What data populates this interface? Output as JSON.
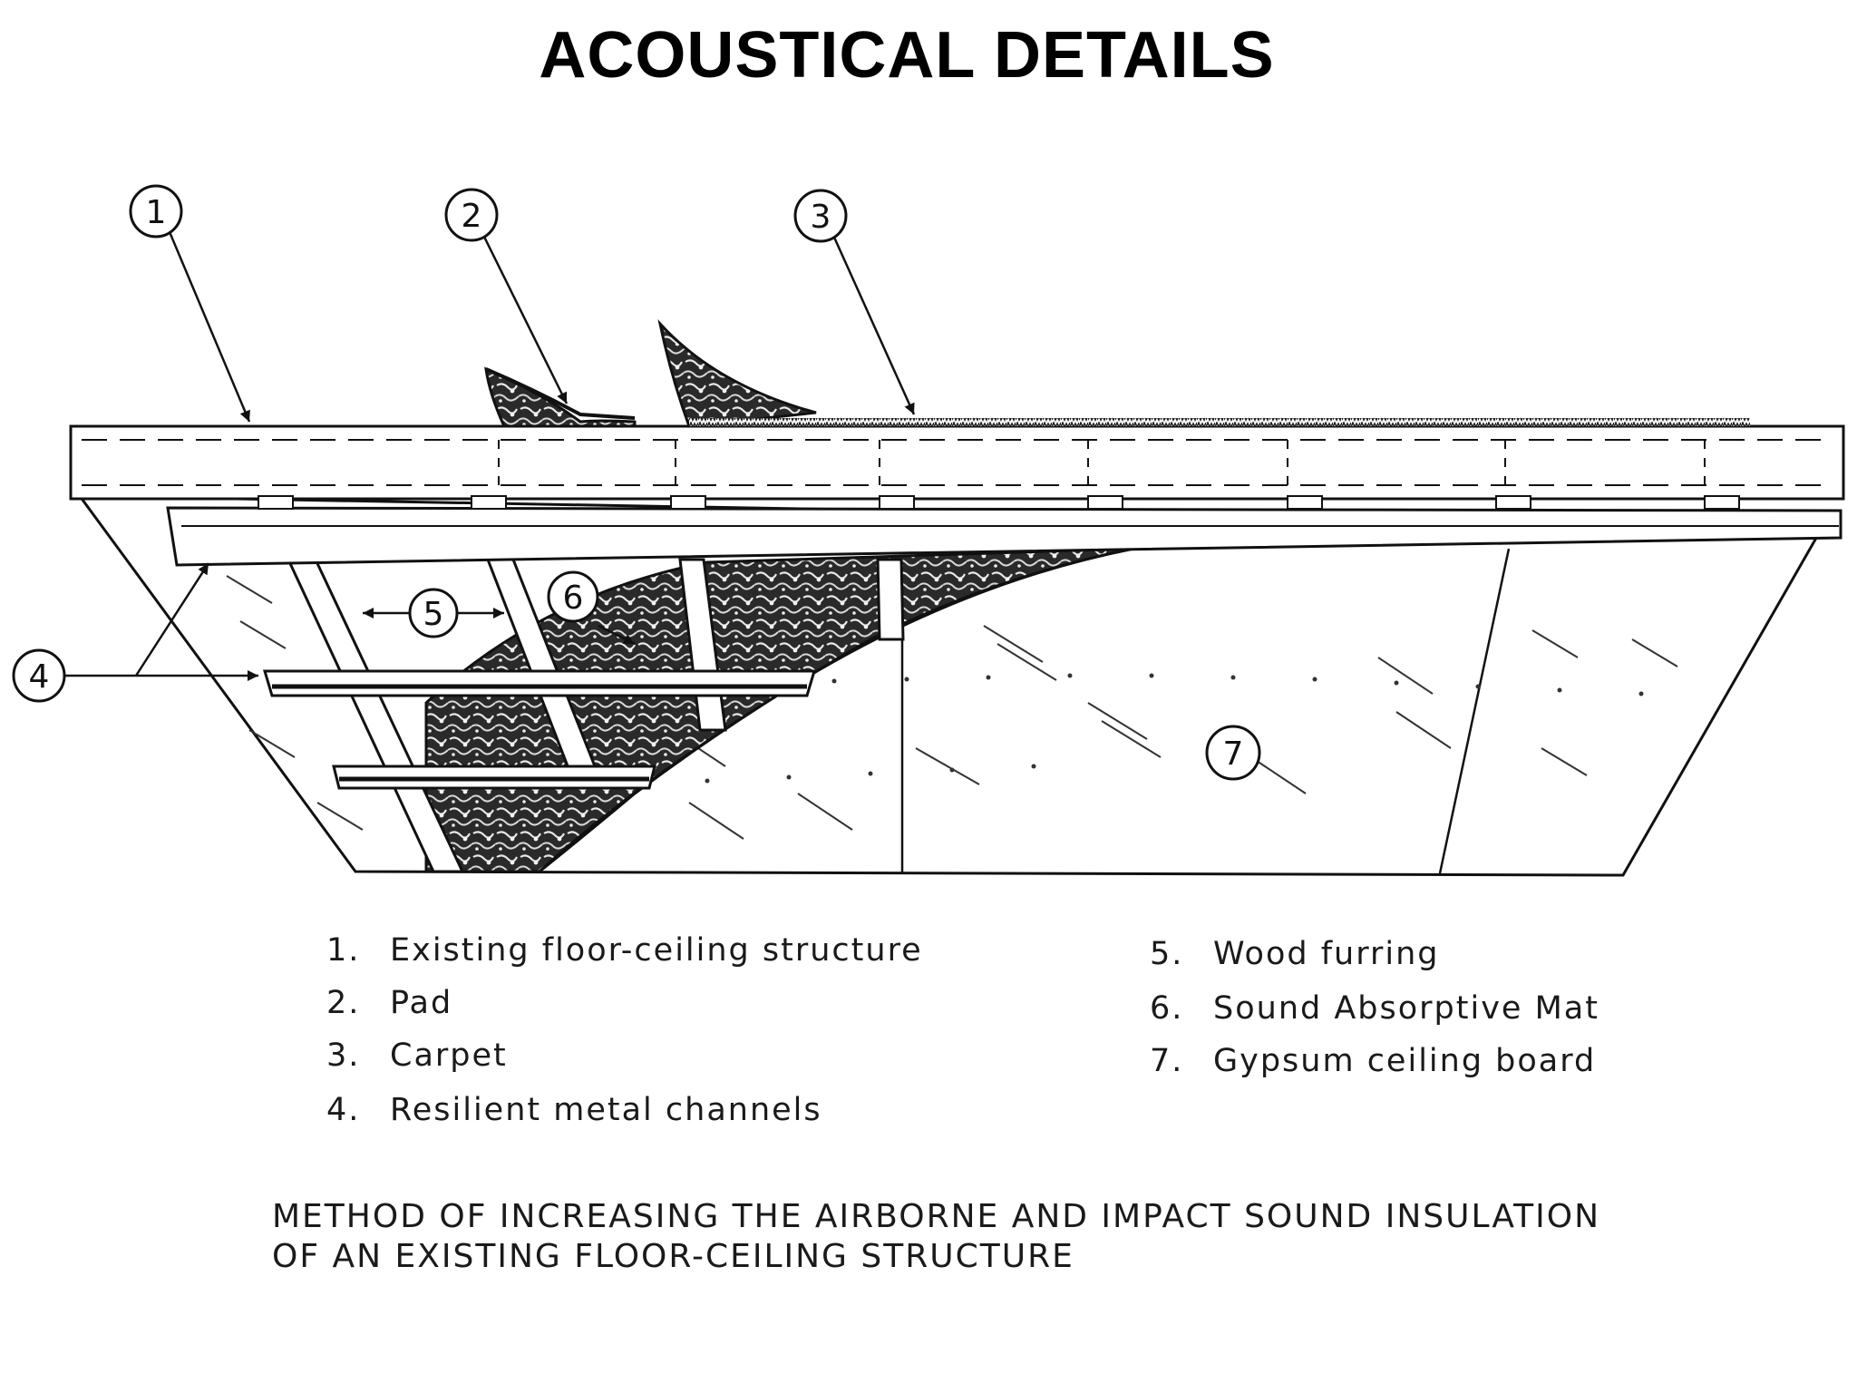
{
  "title": "ACOUSTICAL DETAILS",
  "callouts": [
    "1",
    "2",
    "3",
    "4",
    "5",
    "6",
    "7"
  ],
  "legend": [
    {
      "num": "1.",
      "label": "Existing floor-ceiling structure"
    },
    {
      "num": "2.",
      "label": "Pad"
    },
    {
      "num": "3.",
      "label": "Carpet"
    },
    {
      "num": "4.",
      "label": "Resilient metal channels"
    },
    {
      "num": "5.",
      "label": "Wood furring"
    },
    {
      "num": "6.",
      "label": "Sound Absorptive Mat"
    },
    {
      "num": "7.",
      "label": "Gypsum ceiling board"
    }
  ],
  "caption": {
    "line1": "METHOD OF INCREASING THE AIRBORNE AND IMPACT SOUND INSULATION",
    "line2": "OF AN EXISTING FLOOR-CEILING STRUCTURE"
  }
}
